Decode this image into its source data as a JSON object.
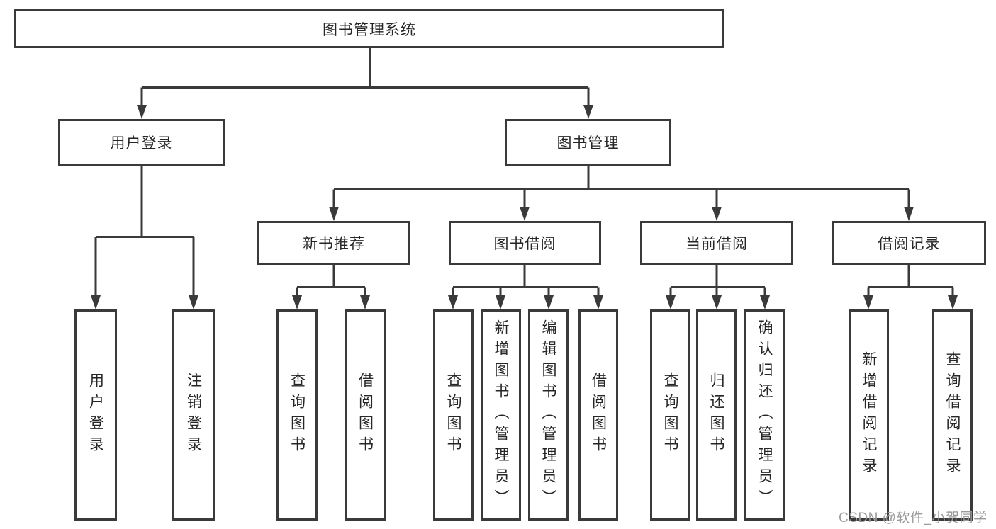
{
  "tree": {
    "root": {
      "label": "图书管理系统",
      "children": [
        {
          "label": "用户登录",
          "children": [
            {
              "label": "用户登录"
            },
            {
              "label": "注销登录"
            }
          ]
        },
        {
          "label": "图书管理",
          "children": [
            {
              "label": "新书推荐",
              "children": [
                {
                  "label": "查询图书"
                },
                {
                  "label": "借阅图书"
                }
              ]
            },
            {
              "label": "图书借阅",
              "children": [
                {
                  "label": "查询图书"
                },
                {
                  "label": "新增图书（管理员）"
                },
                {
                  "label": "编辑图书（管理员）"
                },
                {
                  "label": "借阅图书"
                }
              ]
            },
            {
              "label": "当前借阅",
              "children": [
                {
                  "label": "查询图书"
                },
                {
                  "label": "归还图书"
                },
                {
                  "label": "确认归还（管理员）"
                }
              ]
            },
            {
              "label": "借阅记录",
              "children": [
                {
                  "label": "新增借阅记录"
                },
                {
                  "label": "查询借阅记录"
                }
              ]
            }
          ]
        }
      ]
    }
  },
  "watermark": {
    "text": "CSDN @软件_小贺同学"
  },
  "colors": {
    "line": "#3a3a3a",
    "text": "#262626",
    "background": "#ffffff",
    "box_fill": "#ffffff",
    "watermark": "#9a9a9a"
  }
}
